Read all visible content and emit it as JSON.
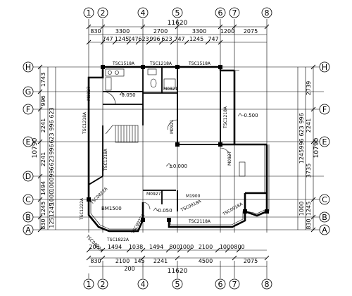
{
  "total_width": "11620",
  "total_height": "10790",
  "axes_h": [
    "1",
    "2",
    "4",
    "5",
    "6",
    "7",
    "8"
  ],
  "axes_v": [
    "H",
    "G",
    "F",
    "E",
    "D",
    "C",
    "B",
    "A"
  ],
  "top_row1": [
    "830",
    "3300",
    "2700",
    "3300",
    "1200",
    "2075"
  ],
  "top_row2": [
    "747",
    "1245",
    "747",
    "623",
    "996",
    "623",
    "747",
    "1245",
    "747"
  ],
  "bottom_row1": [
    "206",
    "1494",
    "1038",
    "1494",
    "800",
    "1000",
    "2100",
    "1000",
    "800"
  ],
  "bottom_row2": [
    "830",
    "2100",
    "145",
    "2241",
    "4500",
    "2075"
  ],
  "bottom_mid": "200",
  "left_row1": [
    "1743",
    "996",
    "2241",
    "2241",
    "1494",
    "1245",
    "830"
  ],
  "left_row2": [
    "623",
    "996",
    "623",
    "996",
    "623",
    "996",
    "1000",
    "1000",
    "1245",
    "125"
  ],
  "right_row1": [
    "2739",
    "2241",
    "3735",
    "1245",
    "830"
  ],
  "right_row2": [
    "996",
    "623",
    "996",
    "1245",
    "1000"
  ],
  "labels": {
    "tsc1518a_l": "TSC1518A",
    "tsc1218a_t": "TSC1218A",
    "tsc1518a_r": "TSC1518A",
    "m0927_a": "M0927",
    "m0821": "M0821",
    "m0921": "M0921",
    "m0927_b": "M0927",
    "m0927_c": "M0927",
    "tsc1218a_l1": "TSC1218A",
    "tsc1218a_l2": "TSC1218A",
    "tsc1218a_r": "TSC1218A",
    "tsc2118a": "TSC2118A",
    "tsc0918a_a": "TSC0918A",
    "tsc0918a_b": "TSC0918A",
    "tsc1822a": "TSC1822A",
    "tsc1222a": "TSC1222A",
    "tsc0822a_a": "TSC0822A",
    "tsc0822a_b": "TSC0822A",
    "tsc0922a": "TSC0922A",
    "bm1500": "BM1500",
    "m1900": "M1900",
    "lv_main": "±0.000",
    "lv_kitchen": "-0.050",
    "lv_garage": "-0.500",
    "lv_entry": "-0.050"
  }
}
